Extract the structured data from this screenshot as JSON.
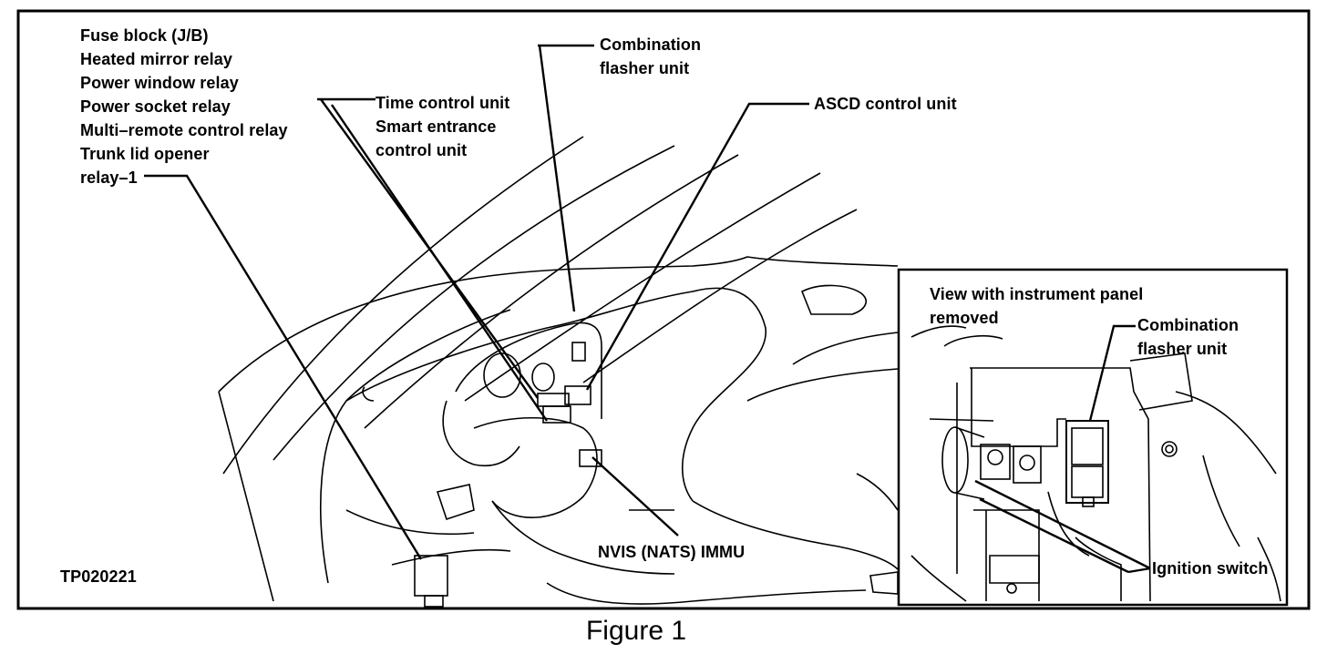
{
  "labels": {
    "fuse_block_list": [
      "Fuse block (J/B)",
      "Heated mirror relay",
      "Power window relay",
      "Power socket relay",
      "Multi–remote control relay",
      "Trunk lid opener",
      "relay–1"
    ],
    "time_control_unit": [
      "Time control unit",
      "Smart entrance",
      "control unit"
    ],
    "combination_flasher_main": [
      "Combination",
      "flasher unit"
    ],
    "ascd_control_unit": "ASCD control unit",
    "nvis_immu": "NVIS (NATS) IMMU",
    "figure_code": "TP020221",
    "inset_title": [
      "View with instrument panel",
      "removed"
    ],
    "combination_flasher_inset": [
      "Combination",
      "flasher unit"
    ],
    "ignition_switch": "Ignition switch"
  },
  "caption": "Figure 1"
}
